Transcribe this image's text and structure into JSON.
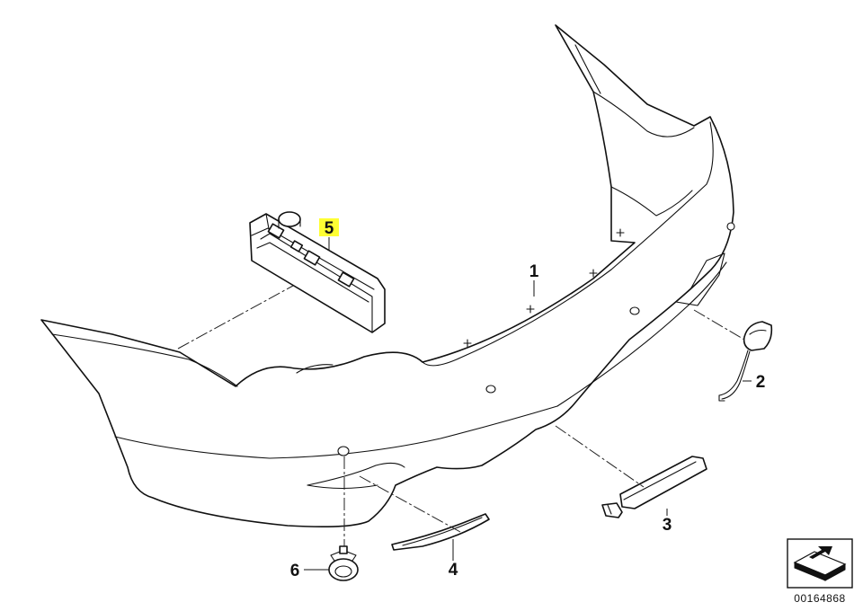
{
  "callouts": [
    {
      "id": "1",
      "text": "1",
      "highlighted": false
    },
    {
      "id": "2",
      "text": "2",
      "highlighted": false
    },
    {
      "id": "3",
      "text": "3",
      "highlighted": false
    },
    {
      "id": "4",
      "text": "4",
      "highlighted": false
    },
    {
      "id": "5",
      "text": "5",
      "highlighted": true
    },
    {
      "id": "6",
      "text": "6",
      "highlighted": false
    }
  ],
  "highlight_color": "#ffff33",
  "diagram_number": "00164868",
  "icons": {
    "orientation": "arrow-direction-icon"
  }
}
